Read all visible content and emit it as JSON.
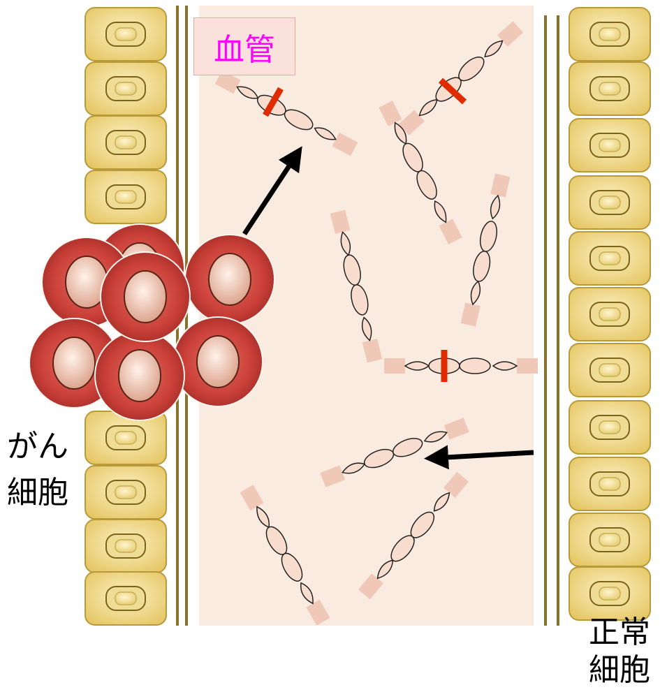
{
  "labels": {
    "vessel": "血管",
    "cancer_line1": "がん",
    "cancer_line2": "細胞",
    "normal_line1": "正常",
    "normal_line2": "細胞"
  },
  "colors": {
    "vessel_fill": "#faebe1",
    "normal_cell_fill": "#efd488",
    "normal_cell_border": "#b89a3a",
    "vessel_wall": "#8a7028",
    "cancer_cell_fill": "#c9403a",
    "cancer_nucleus": "#f4cdb8",
    "protein_fill": "#f0c8b8",
    "cleavage_mark": "#e02a00",
    "label_text": "#000000",
    "vessel_label_text": "#ff00ff",
    "arrow": "#000000"
  },
  "icons": [
    "normal-cell-icon",
    "cancer-cell-icon",
    "protein-chain-icon",
    "cleavage-mark-icon",
    "arrow-icon"
  ]
}
